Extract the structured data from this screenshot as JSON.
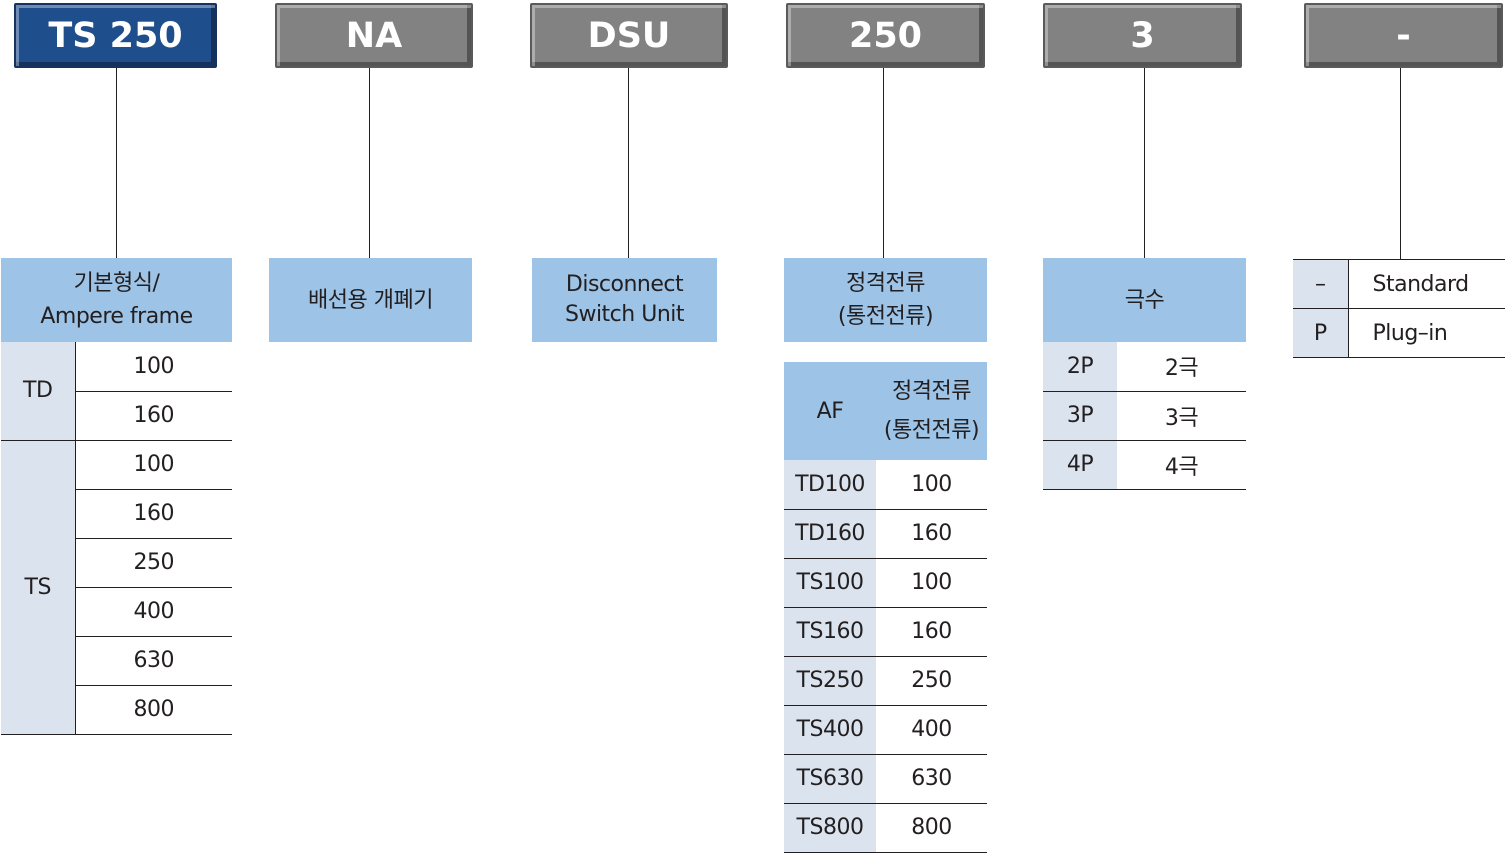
{
  "code_segments": [
    "TS 250",
    "NA",
    "DSU",
    "250",
    "3",
    "-"
  ],
  "frame": {
    "header_line1": "기본형식/",
    "header_line2": "Ampere frame",
    "groups": [
      {
        "key": "TD",
        "values": [
          "100",
          "160"
        ]
      },
      {
        "key": "TS",
        "values": [
          "100",
          "160",
          "250",
          "400",
          "630",
          "800"
        ]
      }
    ]
  },
  "type": {
    "header": "배선용 개폐기"
  },
  "unit": {
    "header_line1": "Disconnect",
    "header_line2": "Switch Unit"
  },
  "rated_current": {
    "header_line1": "정격전류",
    "header_line2": "(통전전류)",
    "table_head": {
      "col1": "AF",
      "col2_line1": "정격전류",
      "col2_line2": "(통전전류)"
    },
    "rows": [
      {
        "af": "TD100",
        "value": "100"
      },
      {
        "af": "TD160",
        "value": "160"
      },
      {
        "af": "TS100",
        "value": "100"
      },
      {
        "af": "TS160",
        "value": "160"
      },
      {
        "af": "TS250",
        "value": "250"
      },
      {
        "af": "TS400",
        "value": "400"
      },
      {
        "af": "TS630",
        "value": "630"
      },
      {
        "af": "TS800",
        "value": "800"
      }
    ]
  },
  "poles": {
    "header": "극수",
    "rows": [
      {
        "key": "2P",
        "value": "2극"
      },
      {
        "key": "3P",
        "value": "3극"
      },
      {
        "key": "4P",
        "value": "4극"
      }
    ]
  },
  "option": {
    "rows": [
      {
        "key": "–",
        "value": "Standard"
      },
      {
        "key": "P",
        "value": "Plug–in"
      }
    ]
  },
  "colors": {
    "code_primary": "#1f4e8c",
    "code_secondary": "#828282",
    "header_fill": "#9dc3e6",
    "key_fill": "#dbe4ee"
  }
}
